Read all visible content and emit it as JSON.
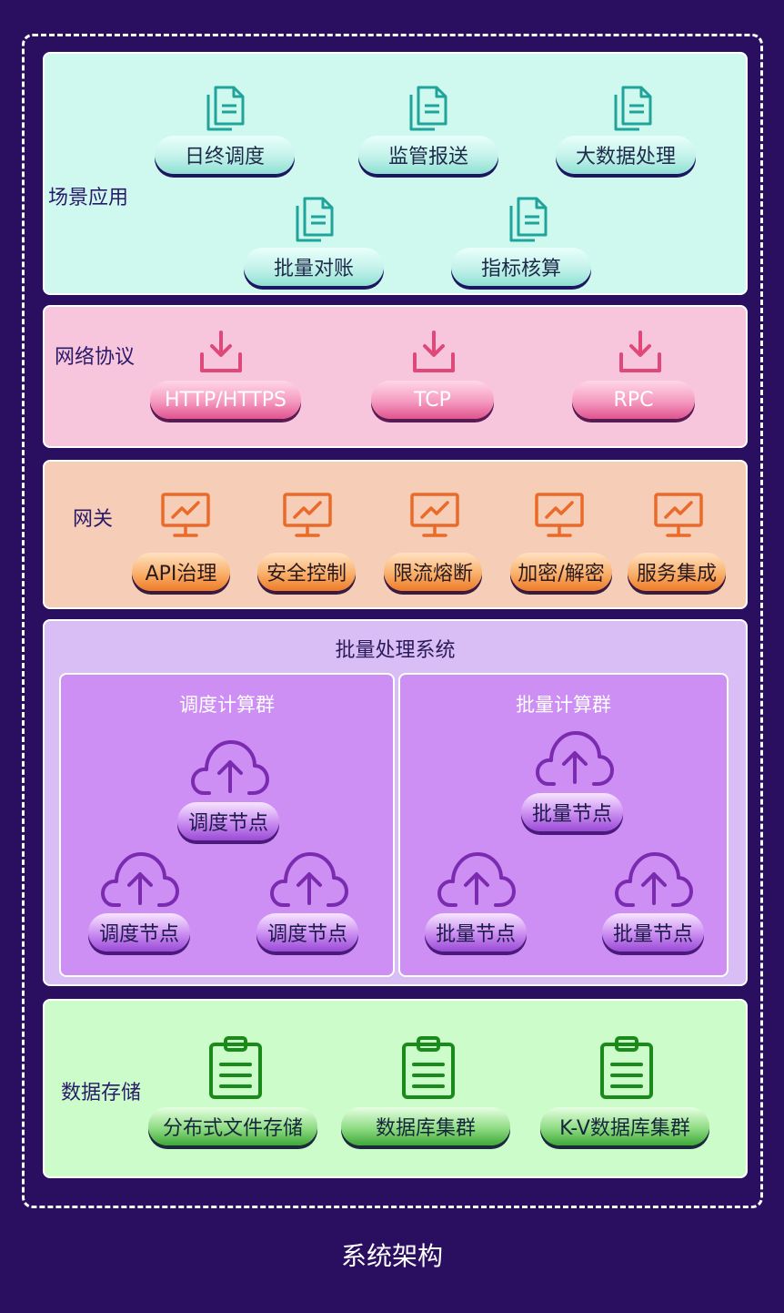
{
  "layers": {
    "scene": {
      "title": "场景应用",
      "items": [
        "日终调度",
        "监管报送",
        "大数据处理",
        "批量对账",
        "指标核算"
      ]
    },
    "protocol": {
      "title": "网络协议",
      "items": [
        "HTTP/HTTPS",
        "TCP",
        "RPC"
      ]
    },
    "gateway": {
      "title": "网关",
      "items": [
        "API治理",
        "安全控制",
        "限流熔断",
        "加密/解密",
        "服务集成"
      ]
    },
    "batch": {
      "title": "批量处理系统",
      "scheduler": {
        "title": "调度计算群",
        "nodes": [
          "调度节点",
          "调度节点",
          "调度节点"
        ]
      },
      "compute": {
        "title": "批量计算群",
        "nodes": [
          "批量节点",
          "批量节点",
          "批量节点"
        ]
      }
    },
    "storage": {
      "title": "数据存储",
      "items": [
        "分布式文件存储",
        "数据库集群",
        "K-V数据库集群"
      ]
    }
  },
  "caption": "系统架构",
  "colors": {
    "background": "#2a0f60",
    "scene": "#cff8ee",
    "protocol": "#f8c6dc",
    "gateway": "#f6cdb6",
    "batch": "#d9bdf5",
    "cluster": "#cd8ff3",
    "storage": "#cbfcca",
    "scene_icon": "#1fa39a",
    "protocol_icon": "#e0487a",
    "gateway_icon": "#ea6a2a",
    "batch_icon": "#7a2bb0",
    "storage_icon": "#1a8a1a"
  },
  "icons": {
    "scene": "document-icon",
    "protocol": "download-icon",
    "gateway": "monitor-chart-icon",
    "batch": "cloud-upload-icon",
    "storage": "clipboard-icon"
  }
}
